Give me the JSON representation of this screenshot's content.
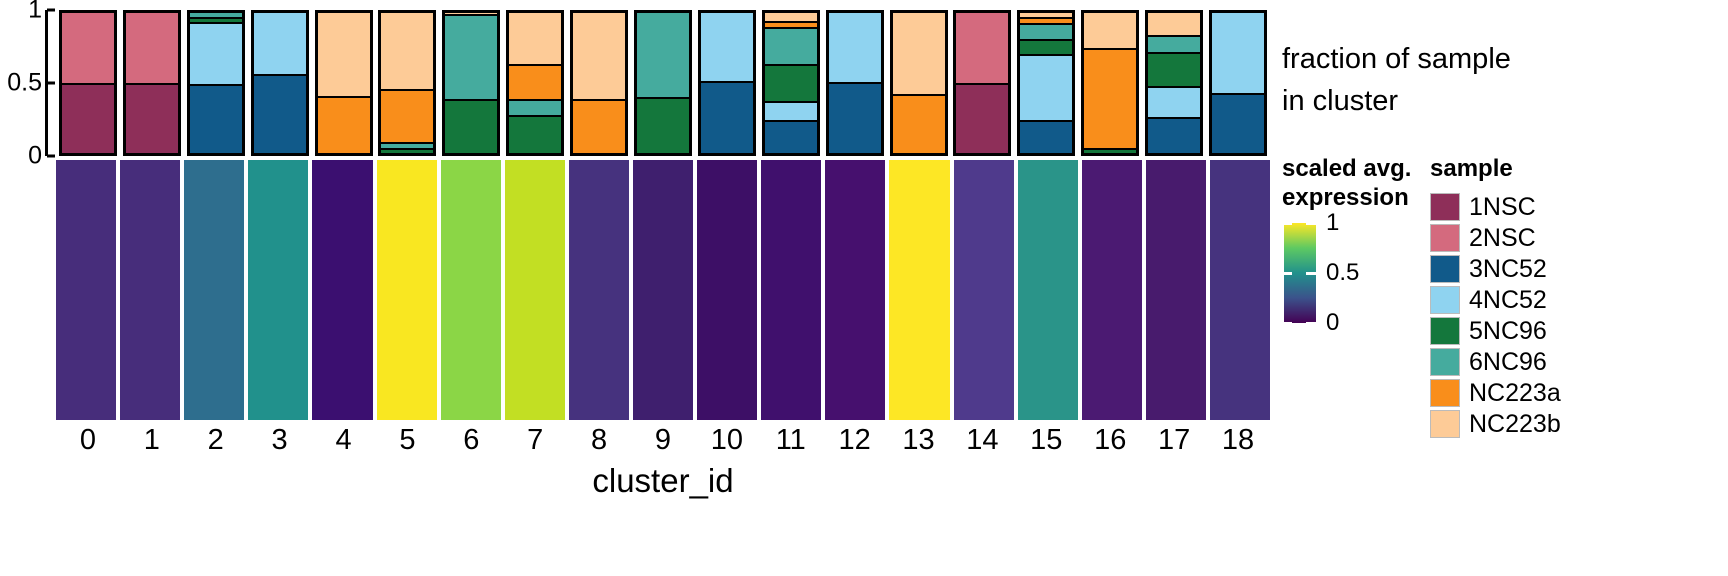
{
  "axis": {
    "y_ticks": [
      "0",
      "0.5",
      "1"
    ],
    "y_values": [
      0,
      0.5,
      1
    ],
    "x_title": "cluster_id",
    "x_labels": [
      "0",
      "1",
      "2",
      "3",
      "4",
      "5",
      "6",
      "7",
      "8",
      "9",
      "10",
      "11",
      "12",
      "13",
      "14",
      "15",
      "16",
      "17",
      "18"
    ]
  },
  "fraction_legend": {
    "line1": "fraction of sample",
    "line2": "in cluster"
  },
  "expression_legend": {
    "title_line1": "scaled avg.",
    "title_line2": "expression",
    "ticks": [
      "1",
      "0.5",
      "0"
    ],
    "tick_values": [
      1,
      0.5,
      0
    ],
    "colormap": "viridis"
  },
  "sample_legend": {
    "title": "sample",
    "items": [
      {
        "label": "1NSC",
        "color": "#8e2f59"
      },
      {
        "label": "2NSC",
        "color": "#d46a7e"
      },
      {
        "label": "3NC52",
        "color": "#115a8a"
      },
      {
        "label": "4NC52",
        "color": "#8fd3f0"
      },
      {
        "label": "5NC96",
        "color": "#14773c"
      },
      {
        "label": "6NC96",
        "color": "#45ab9e"
      },
      {
        "label": "NC223a",
        "color": "#f98e1b"
      },
      {
        "label": "NC223b",
        "color": "#fdcb97"
      }
    ]
  },
  "chart_data": {
    "type": "bar",
    "title": "",
    "xlabel": "cluster_id",
    "ylabel": "fraction of sample in cluster",
    "ylim": [
      0,
      1
    ],
    "stacked": true,
    "normalized": true,
    "grid": false,
    "legend_position": "right",
    "categories": [
      "0",
      "1",
      "2",
      "3",
      "4",
      "5",
      "6",
      "7",
      "8",
      "9",
      "10",
      "11",
      "12",
      "13",
      "14",
      "15",
      "16",
      "17",
      "18"
    ],
    "series": [
      {
        "name": "1NSC",
        "color": "#8e2f59",
        "values": [
          0.49,
          0.49,
          0.0,
          0.0,
          0.0,
          0.0,
          0.0,
          0.0,
          0.0,
          0.0,
          0.0,
          0.0,
          0.0,
          0.0,
          0.49,
          0.0,
          0.0,
          0.0,
          0.0
        ]
      },
      {
        "name": "2NSC",
        "color": "#d46a7e",
        "values": [
          0.51,
          0.51,
          0.0,
          0.0,
          0.0,
          0.0,
          0.0,
          0.0,
          0.0,
          0.0,
          0.0,
          0.0,
          0.0,
          0.0,
          0.51,
          0.0,
          0.0,
          0.0,
          0.0
        ]
      },
      {
        "name": "3NC52",
        "color": "#115a8a",
        "values": [
          0.0,
          0.0,
          0.5,
          0.56,
          0.0,
          0.0,
          0.0,
          0.0,
          0.0,
          0.0,
          0.51,
          0.24,
          0.5,
          0.0,
          0.0,
          0.24,
          0.0,
          0.26,
          0.42
        ]
      },
      {
        "name": "4NC52",
        "color": "#8fd3f0",
        "values": [
          0.0,
          0.0,
          0.45,
          0.44,
          0.0,
          0.0,
          0.0,
          0.0,
          0.0,
          0.0,
          0.49,
          0.13,
          0.5,
          0.0,
          0.0,
          0.49,
          0.0,
          0.22,
          0.58
        ]
      },
      {
        "name": "5NC96",
        "color": "#14773c",
        "values": [
          0.0,
          0.0,
          0.02,
          0.0,
          0.0,
          0.02,
          0.38,
          0.27,
          0.0,
          0.39,
          0.0,
          0.27,
          0.0,
          0.0,
          0.0,
          0.1,
          0.02,
          0.24,
          0.0
        ]
      },
      {
        "name": "6NC96",
        "color": "#45ab9e",
        "values": [
          0.0,
          0.0,
          0.03,
          0.0,
          0.0,
          0.03,
          0.61,
          0.1,
          0.0,
          0.61,
          0.0,
          0.27,
          0.0,
          0.0,
          0.0,
          0.11,
          0.0,
          0.11,
          0.0
        ]
      },
      {
        "name": "NC223a",
        "color": "#f98e1b",
        "values": [
          0.0,
          0.0,
          0.0,
          0.0,
          0.4,
          0.38,
          0.0,
          0.25,
          0.38,
          0.0,
          0.0,
          0.03,
          0.0,
          0.41,
          0.0,
          0.03,
          0.72,
          0.0,
          0.0
        ]
      },
      {
        "name": "NC223b",
        "color": "#fdcb97",
        "values": [
          0.0,
          0.0,
          0.0,
          0.0,
          0.6,
          0.57,
          0.01,
          0.38,
          0.62,
          0.0,
          0.0,
          0.06,
          0.0,
          0.59,
          0.0,
          0.03,
          0.26,
          0.17,
          0.0
        ]
      }
    ],
    "heatmap_row": {
      "name": "scaled avg. expression",
      "colormap": "viridis",
      "range": [
        0,
        1
      ],
      "values": [
        0.3,
        0.3,
        0.52,
        0.58,
        0.22,
        0.97,
        0.86,
        0.9,
        0.28,
        0.22,
        0.16,
        0.18,
        0.22,
        1.0,
        0.3,
        0.63,
        0.17,
        0.34,
        0.12
      ],
      "colors": [
        "#472d7b",
        "#472d7b",
        "#2e6e8e",
        "#21918c",
        "#3b0f70",
        "#f9e721",
        "#8bd646",
        "#c2df23",
        "#46327e",
        "#3f1f6e",
        "#3d0f66",
        "#40106d",
        "#46106e",
        "#fde725",
        "#4f3a8c",
        "#2a9489",
        "#4b1a72",
        "#481b6d",
        "#46337e"
      ]
    }
  }
}
